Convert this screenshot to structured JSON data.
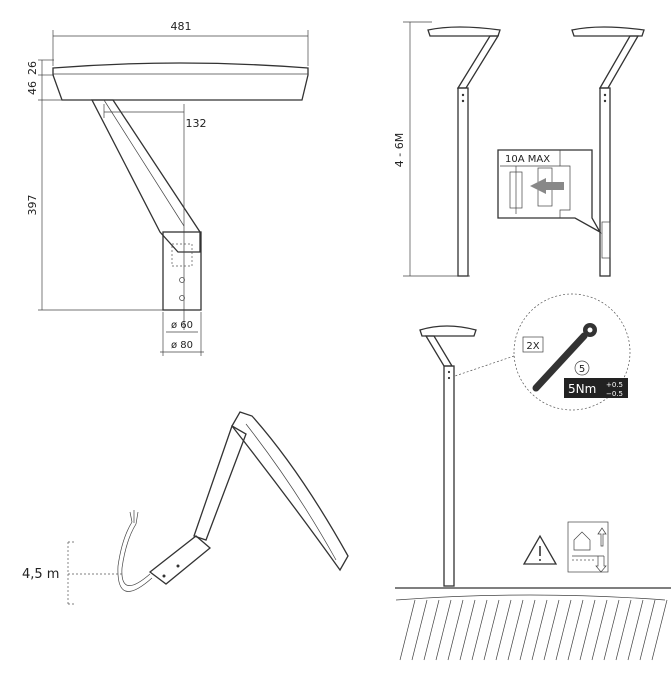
{
  "dimensions": {
    "width": "481",
    "top_height": "26",
    "head_height": "46",
    "offset": "132",
    "pole_height": "397",
    "diam_inner": "ø 60",
    "diam_outer": "ø 80"
  },
  "install": {
    "height_range": "4 - 6M",
    "fuse": "10A MAX"
  },
  "torque": {
    "count": "2X",
    "socket": "5",
    "value": "5Nm",
    "tol_plus": "+0.5",
    "tol_minus": "−0.5"
  },
  "cable": {
    "length": "4,5 m"
  },
  "icons": [
    "warning-icon",
    "house-up-icon",
    "down-arrow-icon"
  ]
}
